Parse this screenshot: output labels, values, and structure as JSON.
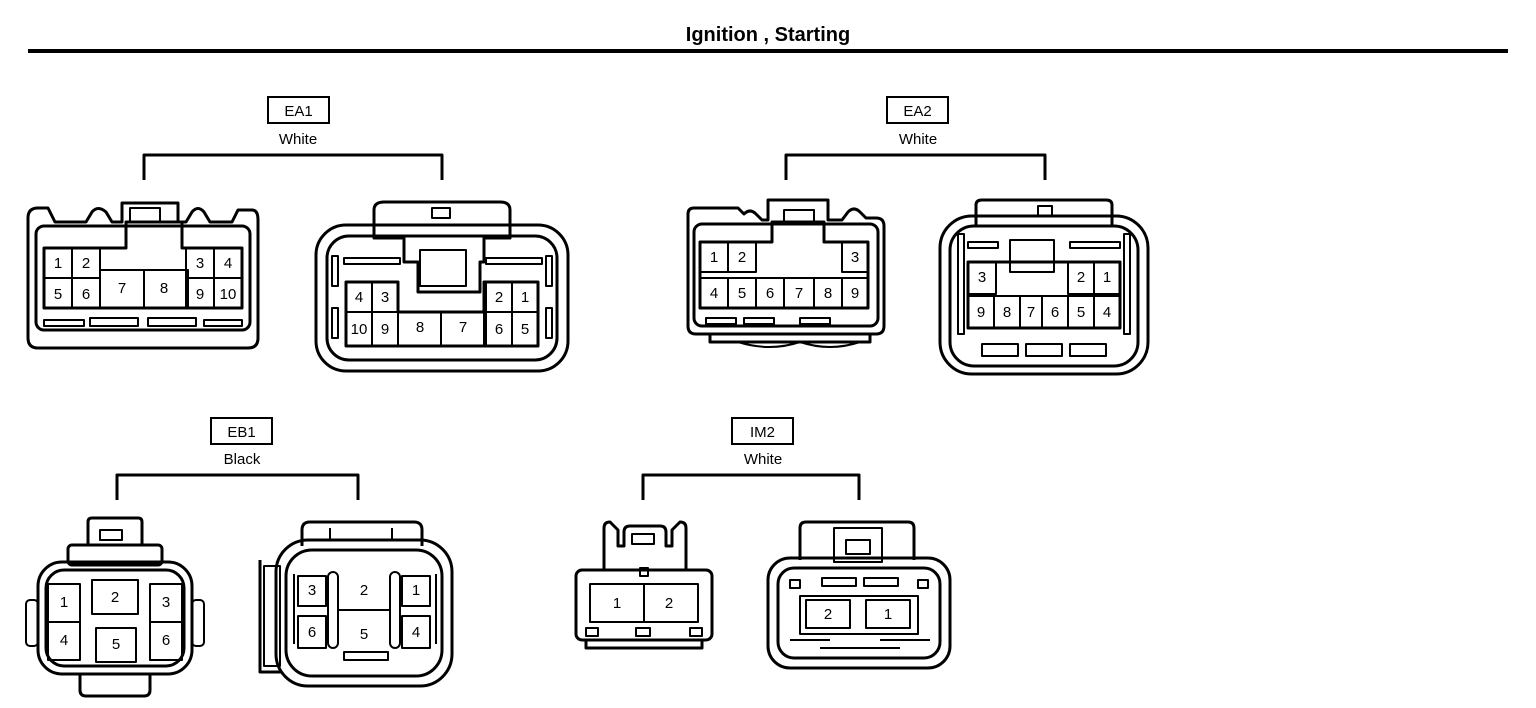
{
  "page": {
    "title": "Ignition , Starting"
  },
  "connectors": {
    "ea1": {
      "id": "EA1",
      "color": "White",
      "male_pins": [
        "1",
        "2",
        "5",
        "6",
        "7",
        "8",
        "3",
        "4",
        "9",
        "10"
      ],
      "female_pins": [
        "4",
        "3",
        "10",
        "9",
        "8",
        "7",
        "2",
        "1",
        "6",
        "5"
      ]
    },
    "ea2": {
      "id": "EA2",
      "color": "White",
      "male_pins": [
        "1",
        "2",
        "3",
        "4",
        "5",
        "6",
        "7",
        "8",
        "9"
      ],
      "female_pins": [
        "3",
        "2",
        "1",
        "9",
        "8",
        "7",
        "6",
        "5",
        "4"
      ]
    },
    "eb1": {
      "id": "EB1",
      "color": "Black",
      "male_pins": [
        "1",
        "2",
        "3",
        "4",
        "5",
        "6"
      ],
      "female_pins": [
        "3",
        "2",
        "1",
        "6",
        "5",
        "4"
      ]
    },
    "im2": {
      "id": "IM2",
      "color": "White",
      "male_pins": [
        "1",
        "2"
      ],
      "female_pins": [
        "2",
        "1"
      ]
    }
  }
}
